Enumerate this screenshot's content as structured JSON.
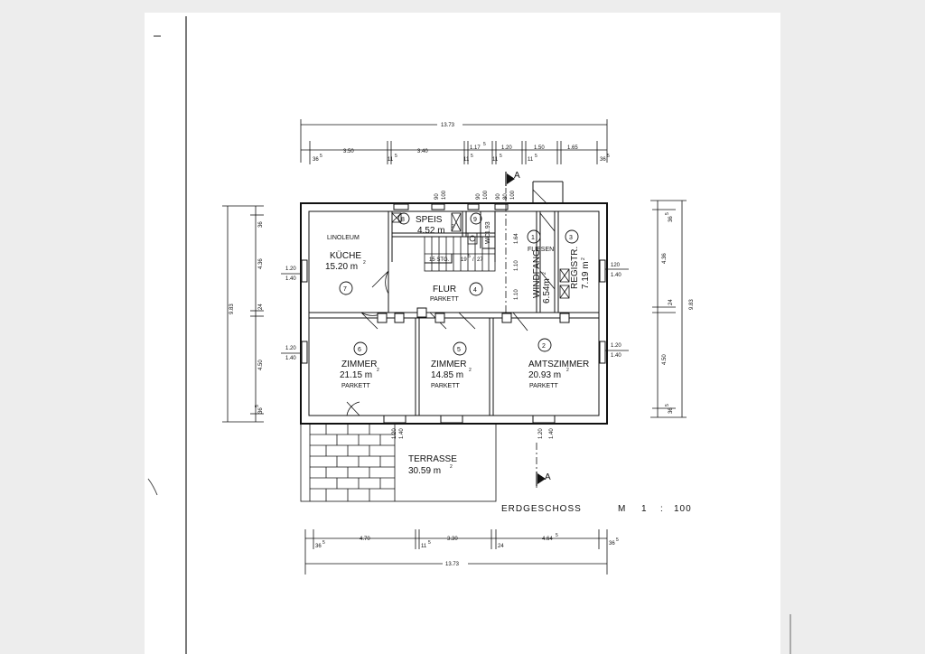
{
  "sheet": {
    "title": "ERDGESCHOSS",
    "scale_m": "M",
    "scale_one": "1",
    "scale_colon": ":",
    "scale_hundred": "100",
    "section_marker": "A"
  },
  "dims_top": {
    "total": "13.73",
    "seg_a": "3.50",
    "seg_b": "3.40",
    "seg_c": "1.17",
    "seg_c_sup": "5",
    "seg_d": "1.20",
    "seg_e": "1.50",
    "seg_f": "1.65",
    "w1": "36",
    "w1_sup": "5",
    "w2": "11",
    "w2_sup": "5",
    "w3": "11",
    "w3_sup": "5",
    "w4": "11",
    "w4_sup": "5",
    "w5": "11",
    "w5_sup": "5",
    "w6": "36",
    "w6_sup": "5"
  },
  "dims_bottom": {
    "total": "13.73",
    "seg_a": "4.70",
    "seg_b": "3.30",
    "seg_c": "4.64",
    "seg_c_sup": "5",
    "w1": "36",
    "w1_sup": "5",
    "w2": "11",
    "w2_sup": "5",
    "w3": "24",
    "w4": "36",
    "w4_sup": "5"
  },
  "dims_left": {
    "total": "9.83",
    "seg_a": "4.36",
    "seg_b": "4.50",
    "w_top": "36",
    "w_mid": "24",
    "w_bot": "36",
    "w_bot_sup": "5",
    "win1_top": "1.20",
    "win1_bot": "1.40",
    "win2_top": "1.20",
    "win2_bot": "1.40"
  },
  "dims_right": {
    "total": "9.83",
    "seg_a": "4.36",
    "seg_b": "4.50",
    "w_top": "36",
    "w_top_sup": "5",
    "w_mid": "24",
    "w_bot": "36",
    "w_bot_sup": "5",
    "win1_top": "120",
    "win1_bot": "1.40",
    "win2_top": "1.20",
    "win2_bot": "1.40"
  },
  "openings": {
    "top_90a": "90",
    "top_100a": "100",
    "top_90b": "90",
    "top_100b": "100",
    "top_90c": "90",
    "top_80": "80",
    "top_100c": "100",
    "bot_120a": "1.20",
    "bot_140a": "1.40",
    "bot_120b": "1.20",
    "bot_140b": "1.40"
  },
  "stairs": {
    "label": "15 STG.",
    "rise": "19",
    "rise_sup": "5",
    "going": "27",
    "dim_a": "1.64",
    "dim_b": "1.10",
    "dim_c": "1.10"
  },
  "rooms": [
    {
      "num": "8",
      "name": "SPEIS",
      "area": "4.52 m",
      "area_sup": "2",
      "floor": ""
    },
    {
      "num": "9",
      "name": "WC",
      "area": "1.93",
      "area_sup": "",
      "floor": ""
    },
    {
      "num": "1",
      "name": "WINDFANG",
      "area": "6.54m",
      "area_sup": "2",
      "floor": "FLIESEN"
    },
    {
      "num": "3",
      "name": "REGISTR.",
      "area": "7.19 m",
      "area_sup": "2",
      "floor": ""
    },
    {
      "num": "7",
      "name": "KÜCHE",
      "area": "15.20 m",
      "area_sup": "2",
      "floor": "LINOLEUM"
    },
    {
      "num": "4",
      "name": "FLUR",
      "area": "",
      "area_sup": "",
      "floor": "PARKETT"
    },
    {
      "num": "6",
      "name": "ZIMMER",
      "area": "21.15 m",
      "area_sup": "2",
      "floor": "PARKETT"
    },
    {
      "num": "5",
      "name": "ZIMMER",
      "area": "14.85 m",
      "area_sup": "2",
      "floor": "PARKETT"
    },
    {
      "num": "2",
      "name": "AMTSZIMMER",
      "area": "20.93 m",
      "area_sup": "2",
      "floor": "PARKETT"
    }
  ],
  "terrace": {
    "name": "TERRASSE",
    "area": "30.59 m",
    "area_sup": "2"
  }
}
